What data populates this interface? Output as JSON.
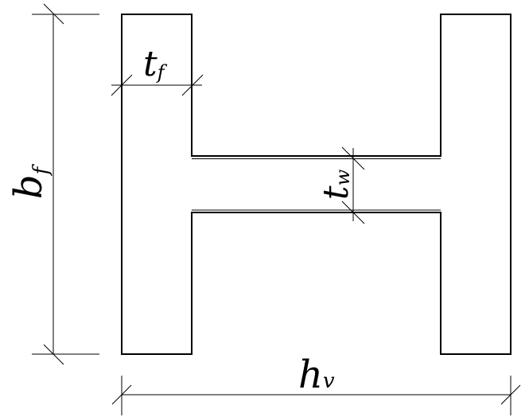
{
  "labels": {
    "flange_width": {
      "base": "b",
      "sub": "f"
    },
    "flange_thickness": {
      "base": "t",
      "sub": "f"
    },
    "web_thickness": {
      "base": "t",
      "sub": "w"
    },
    "section_height": {
      "base": "h",
      "sub": "v"
    }
  },
  "colors": {
    "stroke": "#000000",
    "background": "#ffffff"
  }
}
